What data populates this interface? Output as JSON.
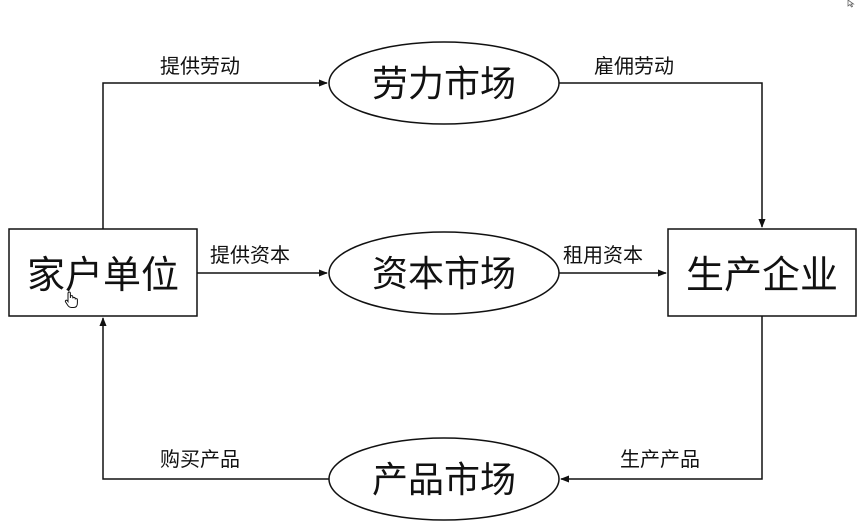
{
  "diagram": {
    "nodes": {
      "households": "家户单位",
      "firms": "生产企业",
      "labor_market": "劳力市场",
      "capital_market": "资本市场",
      "product_market": "产品市场"
    },
    "edges": {
      "supply_labor": "提供劳动",
      "hire_labor": "雇佣劳动",
      "supply_capital": "提供资本",
      "rent_capital": "租用资本",
      "produce_products": "生产产品",
      "buy_products": "购买产品"
    }
  },
  "icons": {
    "cursor": "hand-pointer-icon"
  }
}
